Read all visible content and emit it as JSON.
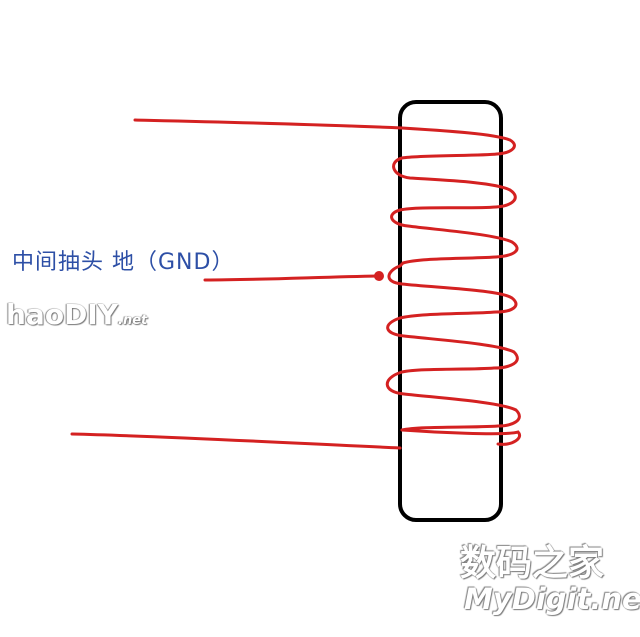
{
  "labels": {
    "center_tap": "中间抽头   地（GND）"
  },
  "watermarks": {
    "left_main": "haoDIY",
    "left_suffix": ".net",
    "right_line1": "数码之家",
    "right_line2": "MyDigit.net"
  },
  "colors": {
    "wire": "#d42121",
    "core_outline": "#000000",
    "label_text": "#2d4fa6"
  }
}
